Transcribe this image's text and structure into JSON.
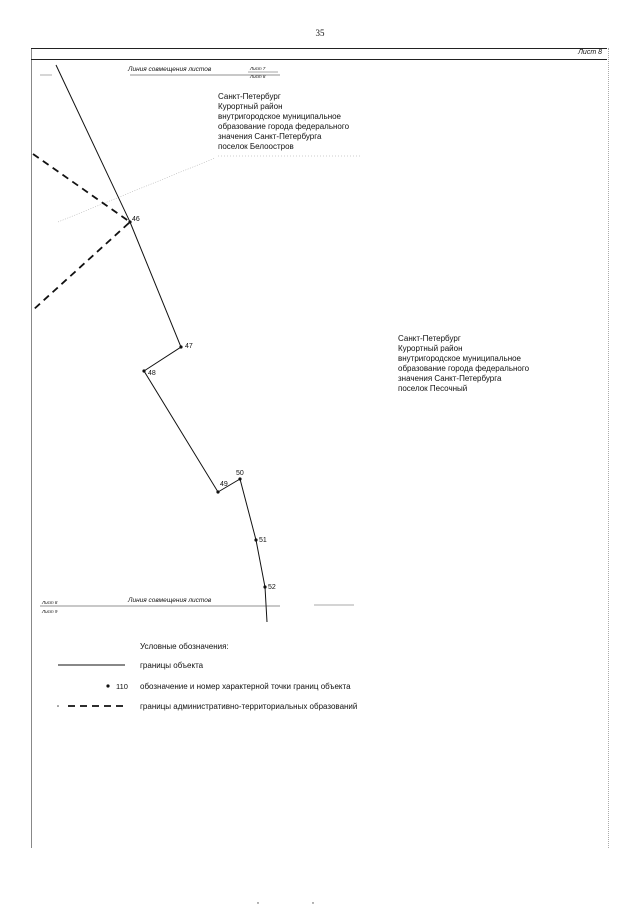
{
  "page_number": "35",
  "sheet": {
    "title": "Лист 8",
    "match_line_label": "Линия совмещения листов",
    "prev_sheet_top": "Лист 7",
    "this_sheet_top": "Лист 8",
    "this_sheet_bottom": "Лист 8",
    "next_sheet_bottom": "Лист 9"
  },
  "places": {
    "beloostrov": "Санкт-Петербург\nКурортный район\nвнутригородское муниципальное\nобразование города федерального\nзначения Санкт-Петербурга\nпоселок Белоостров",
    "pesochny": "Санкт-Петербург\nКурортный район\nвнутригородское муниципальное\nобразование города федерального\nзначения Санкт-Петербурга\nпоселок Песочный"
  },
  "points": [
    {
      "label": "46"
    },
    {
      "label": "47"
    },
    {
      "label": "48"
    },
    {
      "label": "49"
    },
    {
      "label": "50"
    },
    {
      "label": "51"
    },
    {
      "label": "52"
    }
  ],
  "legend": {
    "title": "Условные обозначения:",
    "items": [
      {
        "symbol": "solid-line",
        "text": "границы объекта"
      },
      {
        "symbol": "point",
        "sample_number": "110",
        "text": "обозначение и номер характерной точки границ объекта"
      },
      {
        "symbol": "dashed-line",
        "text": "границы административно-территориальных образований"
      }
    ]
  },
  "colors": {
    "ink": "#111111",
    "faint": "#999999"
  }
}
